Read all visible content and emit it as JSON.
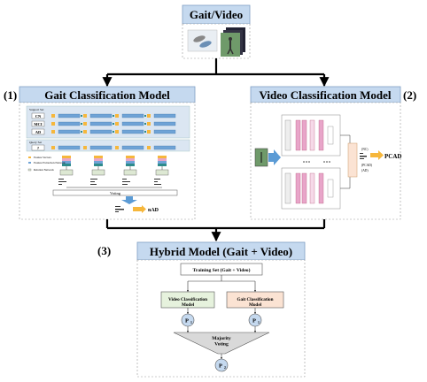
{
  "top": {
    "title": "Gait/Video"
  },
  "gait_panel": {
    "number": "(1)",
    "title": "Gait Classification Model",
    "support_set_label": "Support Set",
    "support_classes": [
      "CN",
      "MCI",
      "AD"
    ],
    "query_set_label": "Query Set",
    "query_class": "?",
    "voting_label": "Voting",
    "output_label": "nAD",
    "legend": [
      "Feature Vectors",
      "Feature Extraction Network",
      "Relation Network"
    ]
  },
  "video_panel": {
    "number": "(2)",
    "title": "Video Classification Model",
    "output_label": "PCAD",
    "output_list": [
      "(NC)",
      "(PCAD)",
      "(AD)"
    ]
  },
  "hybrid_panel": {
    "number": "(3)",
    "title": "Hybrid Model (Gait + Video)",
    "training_set": "Training Set (Gait + Video)",
    "video_model": "Video Classification Model",
    "gait_model": "Gait Classification Model",
    "p1_left": "P",
    "p1_right": "P",
    "voting": "Majority Voting",
    "p_final": "P",
    "p_subscript": "1",
    "p_final_subscript": "2"
  },
  "colors": {
    "panel_header": "#c5d9ef",
    "video_box": "#e6f2dd",
    "gait_box": "#fbe3d3",
    "arrow_blue": "#5b9bd5",
    "orange": "#f6b73c",
    "accent_teal": "#2e8b8b",
    "accent_pink": "#e8a5c9"
  }
}
